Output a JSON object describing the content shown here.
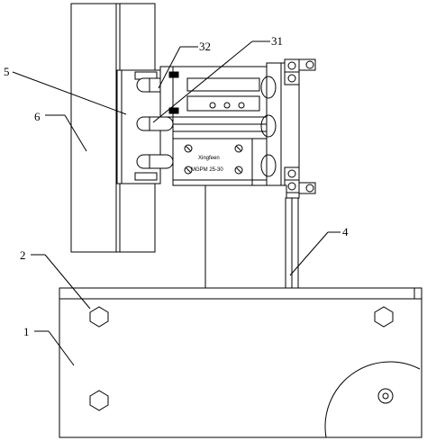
{
  "figure": {
    "labels": {
      "l1": "1",
      "l2": "2",
      "l4": "4",
      "l5": "5",
      "l6": "6",
      "l31": "31",
      "l32": "32"
    },
    "cylinder_plate": {
      "brand": "Xingfeen",
      "model": "MGPM 25-30"
    }
  }
}
